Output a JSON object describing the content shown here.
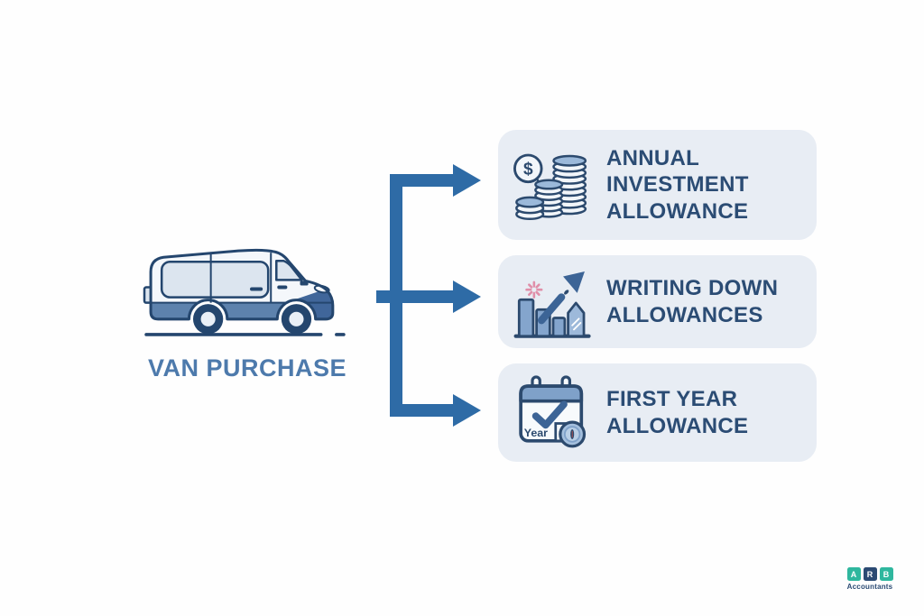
{
  "page": {
    "background": "#fefefe"
  },
  "diagram": {
    "source": {
      "label": "VAN PURCHASE",
      "icon": "delivery-van-icon"
    },
    "connector": {
      "shape": "vertical-trunk-with-three-right-arrows",
      "color": "#2e6ba6"
    },
    "branches": [
      {
        "label": "ANNUAL INVESTMENT ALLOWANCE",
        "icon": "coin-stacks-dollar-icon",
        "icon_symbol": "$"
      },
      {
        "label": "WRITING DOWN ALLOWANCES",
        "icon": "rising-bar-chart-arrow-icon"
      },
      {
        "label": "FIRST YEAR ALLOWANCE",
        "icon": "calendar-check-clock-icon",
        "icon_label": "Year"
      }
    ]
  },
  "branding": {
    "letters": [
      "A",
      "R",
      "B"
    ],
    "name": "Accountants",
    "square_colors": [
      "#2fb79e",
      "#2b4a73",
      "#2fb79e"
    ]
  },
  "colors": {
    "arrow": "#2e6ba6",
    "card_background": "#e8edf4",
    "card_text": "#2b4c74",
    "source_label": "#4d7aac",
    "outline_navy": "#24466e",
    "icon_fill_light": "#f2f6fa",
    "icon_fill_blue": "#9bb9da",
    "sparkle_pink": "#e08fa9",
    "logo_teal": "#2fb79e",
    "logo_navy": "#2b4a73"
  }
}
